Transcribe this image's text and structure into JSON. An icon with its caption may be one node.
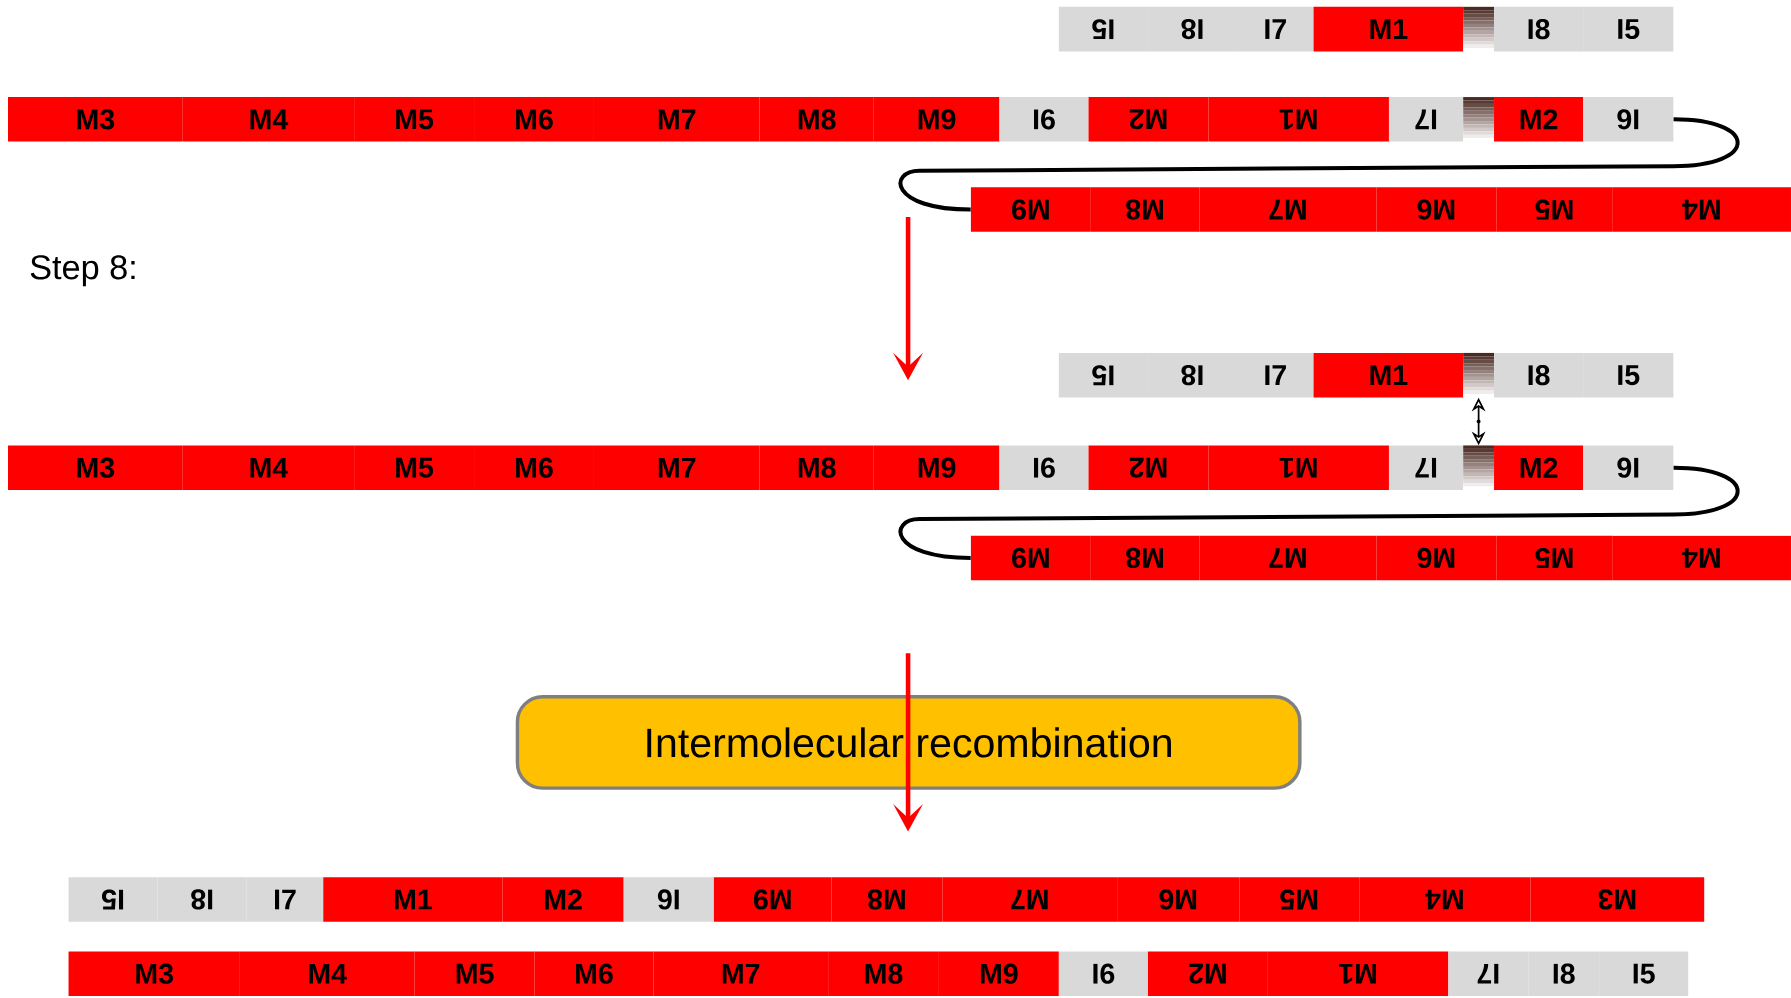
{
  "diagram": {
    "nodes": [
      {
        "text": [
          "I5"
        ]
      },
      {
        "text": [
          "I8"
        ]
      },
      {
        "text": [
          "I7"
        ]
      },
      {
        "text": [
          "M1"
        ]
      },
      {
        "text": [],
        "shape": "bar"
      },
      {
        "text": [
          "I8"
        ]
      },
      {
        "text": [
          "I5"
        ]
      },
      {
        "text": [
          "M3"
        ]
      },
      {
        "text": [
          "M4"
        ]
      },
      {
        "text": [
          "M5"
        ]
      },
      {
        "text": [
          "M6"
        ]
      },
      {
        "text": [
          "M7"
        ]
      },
      {
        "text": [
          "M8"
        ]
      },
      {
        "text": [
          "M9"
        ]
      },
      {
        "text": [
          "I6"
        ]
      },
      {
        "text": [
          "M2"
        ]
      },
      {
        "text": [
          "M1"
        ]
      },
      {
        "text": [
          "I7"
        ]
      },
      {
        "text": [],
        "shape": "bar"
      },
      {
        "text": [
          "M2"
        ]
      },
      {
        "text": [
          "I6"
        ]
      },
      {
        "text": [
          "M9"
        ]
      },
      {
        "text": [
          "M8"
        ]
      },
      {
        "text": [
          "M7"
        ]
      },
      {
        "text": [
          "M6"
        ]
      },
      {
        "text": [
          "M5"
        ]
      },
      {
        "text": [
          "M4"
        ]
      },
      {
        "text": [
          "I5"
        ]
      },
      {
        "text": [
          "I8"
        ]
      },
      {
        "text": [
          "I7"
        ]
      },
      {
        "text": [
          "M1"
        ]
      },
      {
        "text": [],
        "shape": "bar"
      },
      {
        "text": [
          "I8"
        ]
      },
      {
        "text": [
          "I5"
        ]
      },
      {
        "text": [
          "M3"
        ]
      },
      {
        "text": [
          "M4"
        ]
      },
      {
        "text": [
          "M5"
        ]
      },
      {
        "text": [
          "M6"
        ]
      },
      {
        "text": [
          "M7"
        ]
      },
      {
        "text": [
          "M8"
        ]
      },
      {
        "text": [
          "M9"
        ]
      },
      {
        "text": [
          "I6"
        ]
      },
      {
        "text": [
          "M2"
        ]
      },
      {
        "text": [
          "M1"
        ]
      },
      {
        "text": [
          "I7"
        ]
      },
      {
        "text": [],
        "shape": "bar"
      },
      {
        "text": [
          "M2"
        ]
      },
      {
        "text": [
          "I6"
        ]
      },
      {
        "text": [
          "M9"
        ]
      },
      {
        "text": [
          "M8"
        ]
      },
      {
        "text": [
          "M7"
        ]
      },
      {
        "text": [
          "M6"
        ]
      },
      {
        "text": [
          "M5"
        ]
      },
      {
        "text": [
          "M4"
        ]
      },
      {
        "text": [
          "Intermolecular recombination"
        ]
      },
      {
        "text": [
          "I5"
        ]
      },
      {
        "text": [
          "I8"
        ]
      },
      {
        "text": [
          "I7"
        ]
      },
      {
        "text": [
          "M1"
        ]
      },
      {
        "text": [
          "M2"
        ]
      },
      {
        "text": [
          "I6"
        ]
      },
      {
        "text": [
          "M9"
        ]
      },
      {
        "text": [
          "M8"
        ]
      },
      {
        "text": [
          "M7"
        ]
      },
      {
        "text": [
          "M6"
        ]
      },
      {
        "text": [
          "M5"
        ]
      },
      {
        "text": [
          "M4"
        ]
      },
      {
        "text": [
          "M3"
        ]
      },
      {
        "text": [
          "M3"
        ]
      },
      {
        "text": [
          "M4"
        ]
      },
      {
        "text": [
          "M5"
        ]
      },
      {
        "text": [
          "M6"
        ]
      },
      {
        "text": [
          "M7"
        ]
      },
      {
        "text": [
          "M8"
        ]
      },
      {
        "text": [
          "M9"
        ]
      },
      {
        "text": [
          "I6"
        ]
      },
      {
        "text": [
          "M2"
        ]
      },
      {
        "text": [
          "M1"
        ]
      },
      {
        "text": [
          "I7"
        ]
      },
      {
        "text": [
          "I8"
        ]
      },
      {
        "text": [
          "I5"
        ]
      }
    ],
    "edges": [
      {
        "from": 20,
        "to": 21,
        "arrow": "none"
      },
      {
        "from": 47,
        "to": 48,
        "arrow": "none"
      },
      {
        "from": 31,
        "to": 45,
        "arrow": "both"
      }
    ],
    "labels": [
      "Step 8:"
    ]
  }
}
